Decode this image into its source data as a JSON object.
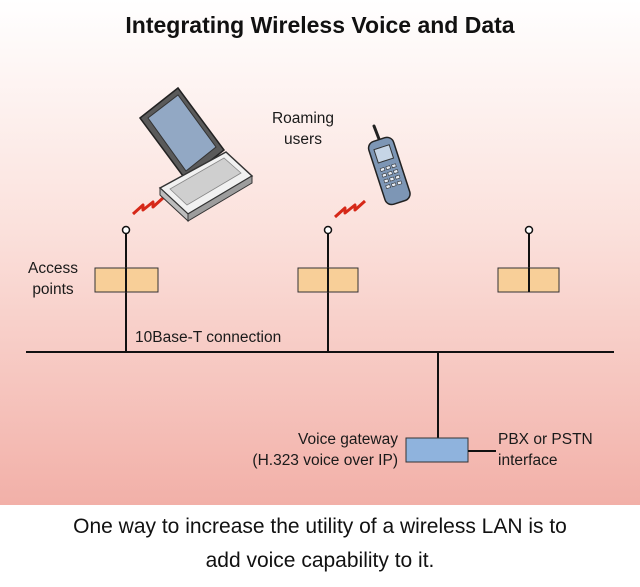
{
  "title": "Integrating Wireless Voice and Data",
  "labels": {
    "roaming_users": [
      "Roaming",
      "users"
    ],
    "access_points": [
      "Access",
      "points"
    ],
    "connection": "10Base-T connection",
    "voice_gateway": [
      "Voice gateway",
      "(H.323 voice over IP)"
    ],
    "pbx_interface": [
      "PBX or PSTN",
      "interface"
    ]
  },
  "caption": [
    "One way to increase the utility of a wireless LAN is to",
    "add voice capability to it."
  ],
  "colors": {
    "access_point": "#f8cf98",
    "voice_gateway": "#8fb3dd",
    "wireless_signal": "#d62818",
    "laptop_screen": "#92a8c4",
    "phone": "#7d96b5"
  }
}
